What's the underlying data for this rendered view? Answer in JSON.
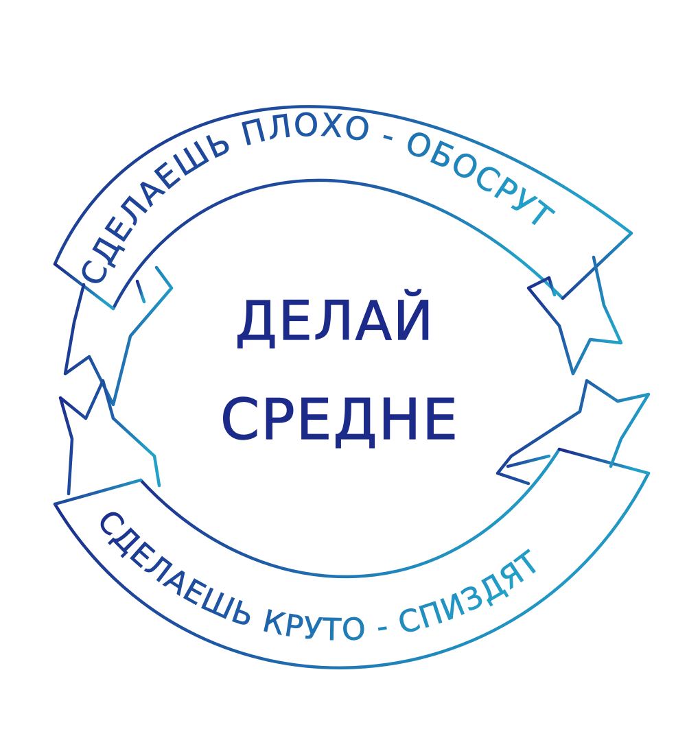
{
  "ribbon_top": {
    "text": "СДЕЛАЕШЬ ПЛОХО - ОБОСРУТ"
  },
  "ribbon_bottom": {
    "text": "СДЕЛАЕШЬ КРУТО - СПИЗДЯТ"
  },
  "center": {
    "line1": "ДЕЛАЙ",
    "line2": "СРЕДНЕ"
  },
  "colors": {
    "ink_dark": "#1c2a8a",
    "ink_mid": "#1f5fa8",
    "ink_light": "#22a0c8"
  }
}
